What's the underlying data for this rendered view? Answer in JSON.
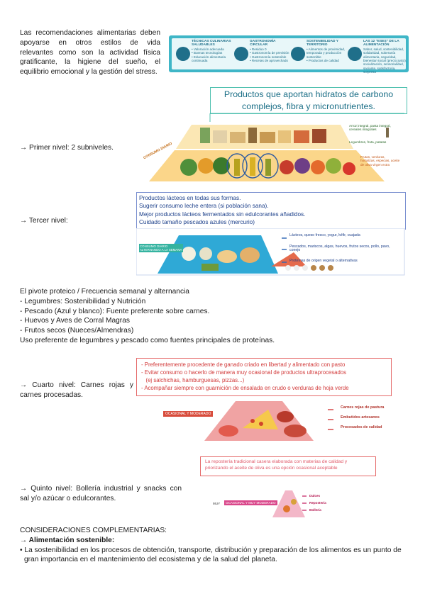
{
  "intro": {
    "paragraph": "Las recomendaciones alimentarias deben apoyarse en otros estilos de vida relevantes como son la actividad física gratificante, la higiene del sueño, el equilibrio emocional y la gestión del stress."
  },
  "banner": {
    "blocks": [
      {
        "title": "TÉCNICAS CULINARIAS SALUDABLES",
        "items": [
          "• Valoración adecuada",
          "• Buenas tecnologías",
          "• Educación alimentaria continuada"
        ]
      },
      {
        "title": "GASTRONOMÍA CIRCULAR",
        "items": [
          "• Residuo 0",
          "• Gastronomía de previsión",
          "• Gastronomía sostenible",
          "• Recetas de aprovechado"
        ]
      },
      {
        "title": "SOSTENIBILIDAD Y TERRITORIO",
        "items": [
          "• Alimentos de proximidad, temporada y producción sostenible",
          "• Productos de calidad"
        ]
      },
      {
        "title": "LAS 12 \"ESES\" DE LA ALIMENTACIÓN",
        "items": [
          "Sabor, salud, sostenibilidad, solidaridad, soberanía alimentaria, seguridad, bienestar social (precio justo), socialización, sensorialidad, saciante, satisfactoria, sorpresa"
        ]
      }
    ]
  },
  "level1": {
    "label": "→ Primer nivel: 2 subniveles.",
    "callout": "Productos que aportan hidratos de carbono complejos, fibra y micronutrientes.",
    "side_text": "CONSUMO DIARIO",
    "upper_labels": [
      "Arroz integral, pasta integral, cereales integrales",
      "Legumbres, fruta, patatas"
    ],
    "lower_label": "Frutas, verduras, hortalizas, especias, aceite de oliva virgen extra"
  },
  "level3": {
    "label": "→ Tercer nivel:",
    "box_lines": [
      "Productos lácteos en todas sus formas.",
      "Sugerir consumo leche entera (si población sana).",
      "Mejor productos lácteos fermentados sin edulcorantes añadidos.",
      "Cuidado tamaño pescados azules (mercurio)"
    ],
    "side_text": "CONSUMO DIARIO ALTERNANDO A LA SEMANA",
    "legend": [
      "Lácteos, queso fresco, yogur, kéfir, cuajada",
      "Pescados, mariscos, algas, huevos, frutos secos, pollo, pavo, conejo",
      "Proteínas de origen vegetal o alternativas"
    ]
  },
  "protein": {
    "heading": "El pivote proteico / Frecuencia semanal y alternancia",
    "items": [
      "-  Legumbres: Sostenibilidad y Nutrición",
      "-  Pescado (Azul y blanco): Fuente preferente sobre carnes.",
      "-  Huevos y Aves de Corral Magras",
      "-  Frutos secos (Nueces/Almendras)"
    ],
    "note": "Uso preferente de legumbres y pescado como fuentes principales de proteínas."
  },
  "level4": {
    "label": "→  Cuarto nivel: Carnes rojas y carnes procesadas.",
    "box_lines": [
      "-  Preferentemente procedente de ganado criado en libertad y alimentado con pasto",
      "-  Evitar consumo o hacerlo de manera muy ocasional de productos ultraprocesados",
      "   (ej salchichas, hamburguesas, pizzas...)",
      "-  Acompañar siempre con guarnición de ensalada en crudo o verduras de hoja verde"
    ],
    "tag": "OCASIONAL Y MODERADO",
    "legend": [
      "Carnes rojas de pastura",
      "Embutidos artesanos",
      "Procesados de calidad"
    ]
  },
  "level5": {
    "label": "→  Quinto nivel: Bollería industrial y snacks con sal y/o azúcar o edulcorantes.",
    "box_text": "La repostería tradicional casera elaborada con materias de calidad y priorizando el aceite de oliva es una opción ocasional aceptable",
    "tag_left": "MUY",
    "tag": "OCASIONAL Y MUY MODERADO",
    "legend": [
      "Dulces",
      "Repostería",
      "Bollería"
    ]
  },
  "considerations": {
    "heading": "CONSIDERACIONES COMPLEMENTARIAS:",
    "sub": "→ Alimentación sostenible:",
    "bullet": "• La sostenibilidad en los procesos de obtención, transporte, distribución y preparación de los alimentos es un punto de gran importancia en el mantenimiento del ecosistema y de la salud del planeta."
  },
  "colors": {
    "teal": "#34b3a0",
    "cyan": "#1aa3c4",
    "navy": "#1b3f8a",
    "red": "#d23b3b",
    "orange": "#f0a02a"
  }
}
